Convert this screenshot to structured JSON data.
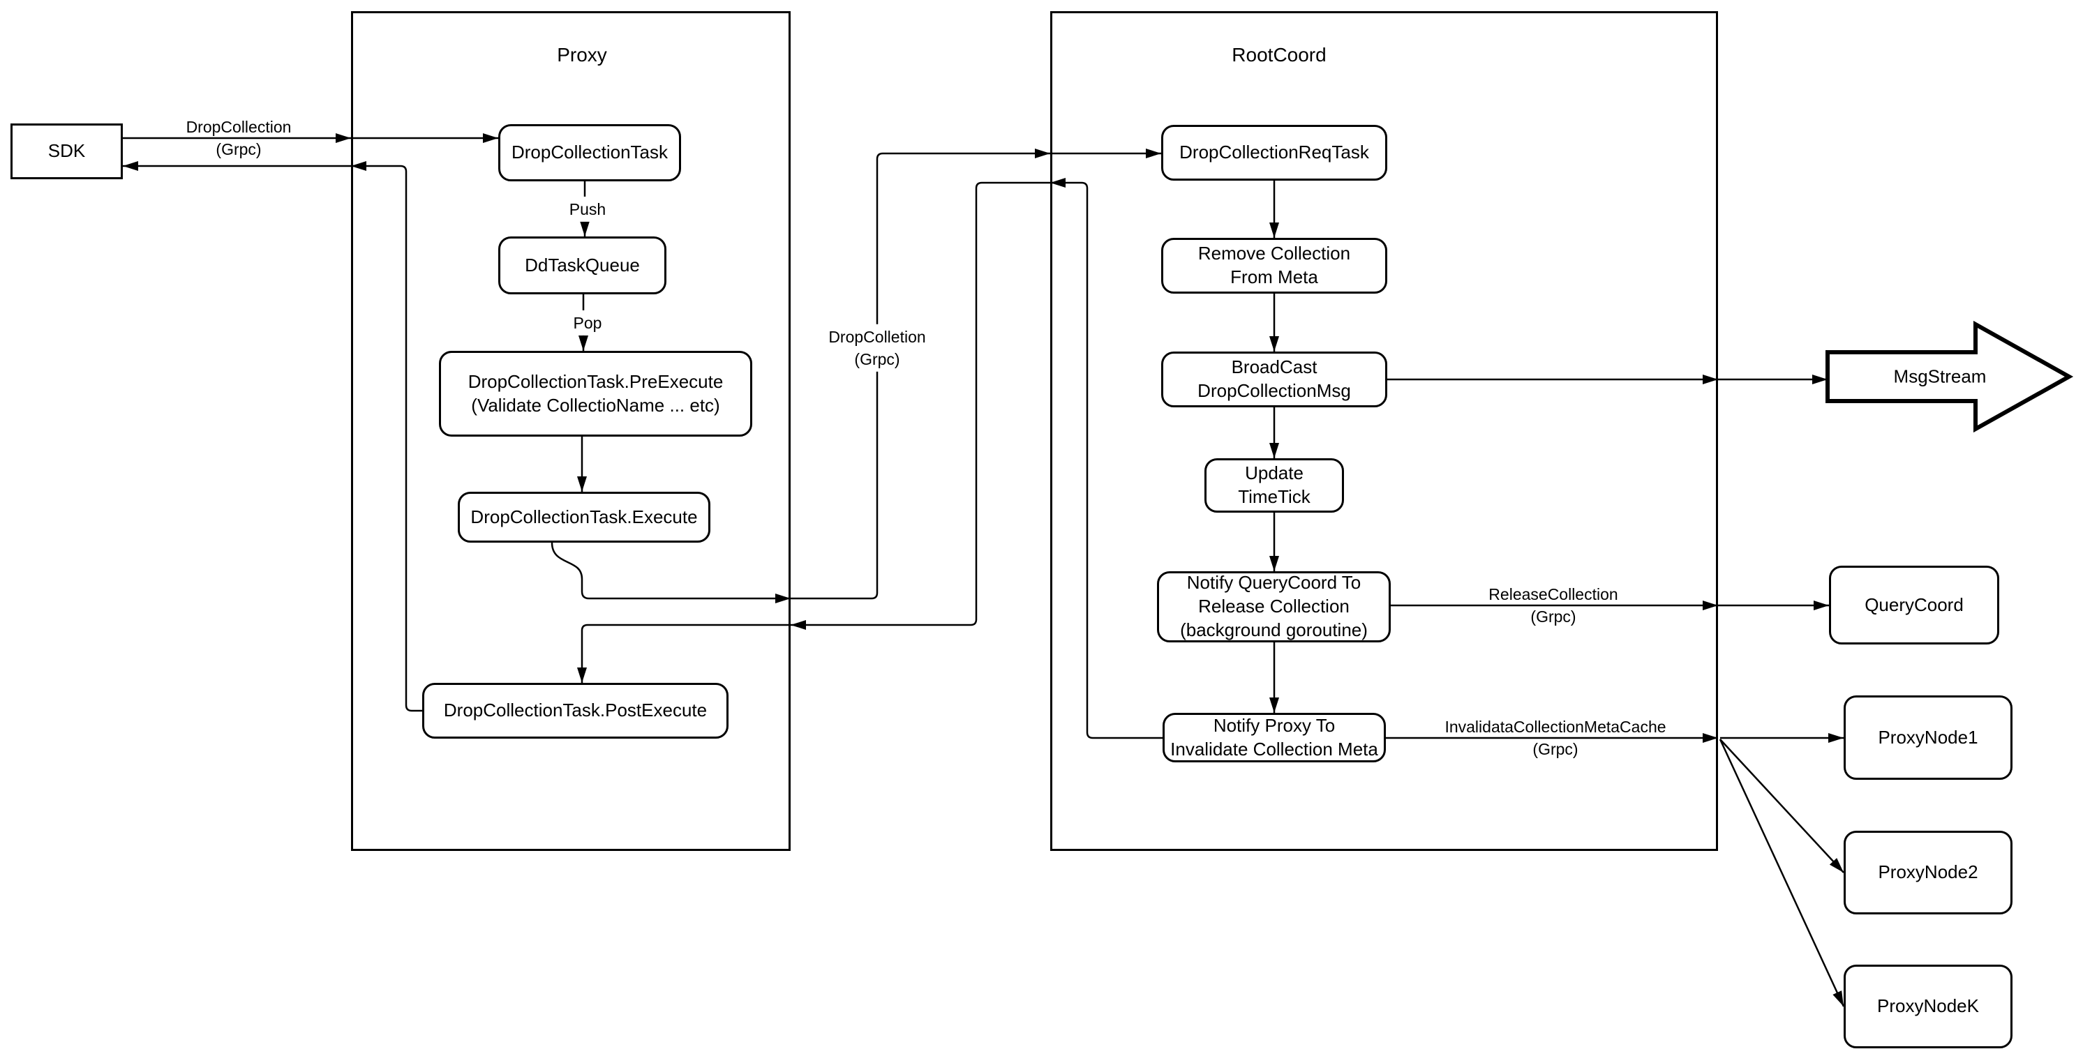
{
  "containers": {
    "proxy": {
      "label": "Proxy"
    },
    "rootcoord": {
      "label": "RootCoord"
    }
  },
  "nodes": {
    "sdk": "SDK",
    "drop_collection_task": "DropCollectionTask",
    "dd_task_queue": "DdTaskQueue",
    "pre_execute": "DropCollectionTask.PreExecute\n(Validate CollectioName ... etc)",
    "execute": "DropCollectionTask.Execute",
    "post_execute": "DropCollectionTask.PostExecute",
    "drop_collection_req_task": "DropCollectionReqTask",
    "remove_collection": "Remove Collection\nFrom Meta",
    "broadcast_msg": "BroadCast\nDropCollectionMsg",
    "update_timetick": "Update TimeTick",
    "notify_querycoord": "Notify QueryCoord To\nRelease Collection\n(background goroutine)",
    "notify_proxy": "Notify Proxy To\nInvalidate Collection Meta",
    "msg_stream": "MsgStream",
    "query_coord": "QueryCoord",
    "proxy_node_1": "ProxyNode1",
    "proxy_node_2": "ProxyNode2",
    "proxy_node_k": "ProxyNodeK"
  },
  "edge_labels": {
    "sdk_drop_collection": "DropCollection\n(Grpc)",
    "push": "Push",
    "pop": "Pop",
    "proxy_drop_colletion": "DropColletion\n(Grpc)",
    "release_collection": "ReleaseCollection\n(Grpc)",
    "invalidate_cache": "InvalidataCollectionMetaCache\n(Grpc)"
  },
  "edges": [
    {
      "from": "SDK",
      "to": "DropCollectionTask",
      "label": "DropCollection (Grpc)"
    },
    {
      "from": "DropCollectionTask",
      "to": "DdTaskQueue",
      "label": "Push"
    },
    {
      "from": "DdTaskQueue",
      "to": "DropCollectionTask.PreExecute",
      "label": "Pop"
    },
    {
      "from": "DropCollectionTask.PreExecute",
      "to": "DropCollectionTask.Execute",
      "label": ""
    },
    {
      "from": "DropCollectionTask.Execute",
      "to": "DropCollectionReqTask",
      "label": "DropColletion (Grpc)"
    },
    {
      "from": "DropCollectionReqTask",
      "to": "Remove Collection From Meta",
      "label": ""
    },
    {
      "from": "Remove Collection From Meta",
      "to": "BroadCast DropCollectionMsg",
      "label": ""
    },
    {
      "from": "BroadCast DropCollectionMsg",
      "to": "MsgStream",
      "label": ""
    },
    {
      "from": "BroadCast DropCollectionMsg",
      "to": "Update TimeTick",
      "label": ""
    },
    {
      "from": "Update TimeTick",
      "to": "Notify QueryCoord To Release Collection",
      "label": ""
    },
    {
      "from": "Notify QueryCoord To Release Collection",
      "to": "QueryCoord",
      "label": "ReleaseCollection (Grpc)"
    },
    {
      "from": "Notify QueryCoord To Release Collection",
      "to": "Notify Proxy To Invalidate Collection Meta",
      "label": ""
    },
    {
      "from": "Notify Proxy To Invalidate Collection Meta",
      "to": "ProxyNode1",
      "label": "InvalidataCollectionMetaCache (Grpc)"
    },
    {
      "from": "Notify Proxy To Invalidate Collection Meta",
      "to": "ProxyNode2",
      "label": ""
    },
    {
      "from": "Notify Proxy To Invalidate Collection Meta",
      "to": "ProxyNodeK",
      "label": ""
    },
    {
      "from": "Notify Proxy To Invalidate Collection Meta",
      "to": "DropCollectionTask.PostExecute",
      "label": ""
    },
    {
      "from": "DropCollectionTask.PostExecute",
      "to": "SDK",
      "label": ""
    }
  ],
  "colors": {
    "stroke": "#000000",
    "fill": "#ffffff",
    "background": "#ffffff"
  }
}
